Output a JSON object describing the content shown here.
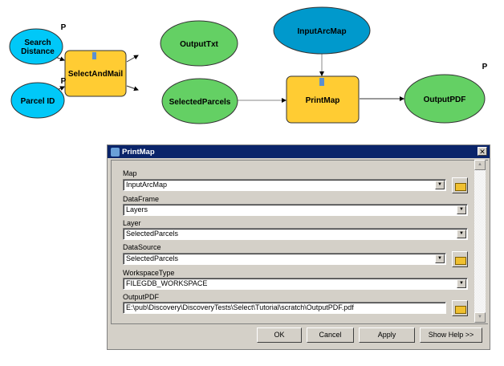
{
  "diagram": {
    "search_distance": [
      "Search",
      "Distance"
    ],
    "parcel_id": "Parcel ID",
    "select_and_mail": "SelectAndMail",
    "output_txt": "OutputTxt",
    "selected_parcels": "SelectedParcels",
    "input_arcmap": "InputArcMap",
    "print_map": "PrintMap",
    "output_pdf": "OutputPDF",
    "param_marker": "P",
    "colors": {
      "input": "#00c8f8",
      "derived": "#64d064",
      "tool": "#ffcc33",
      "value": "#0099cc"
    }
  },
  "dialog": {
    "title": "PrintMap",
    "close": "✕",
    "fields": [
      {
        "label": "Map",
        "value": "InputArcMap"
      },
      {
        "label": "DataFrame",
        "value": "Layers"
      },
      {
        "label": "Layer",
        "value": "SelectedParcels"
      },
      {
        "label": "DataSource",
        "value": "SelectedParcels"
      },
      {
        "label": "WorkspaceType",
        "value": "FILEGDB_WORKSPACE"
      },
      {
        "label": "OutputPDF",
        "value": "E:\\pub\\Discovery\\DiscoveryTests\\Select\\Tutorial\\scratch\\OutputPDF.pdf"
      }
    ],
    "buttons": {
      "ok": "OK",
      "cancel": "Cancel",
      "apply": "Apply",
      "help": "Show Help >>"
    }
  }
}
